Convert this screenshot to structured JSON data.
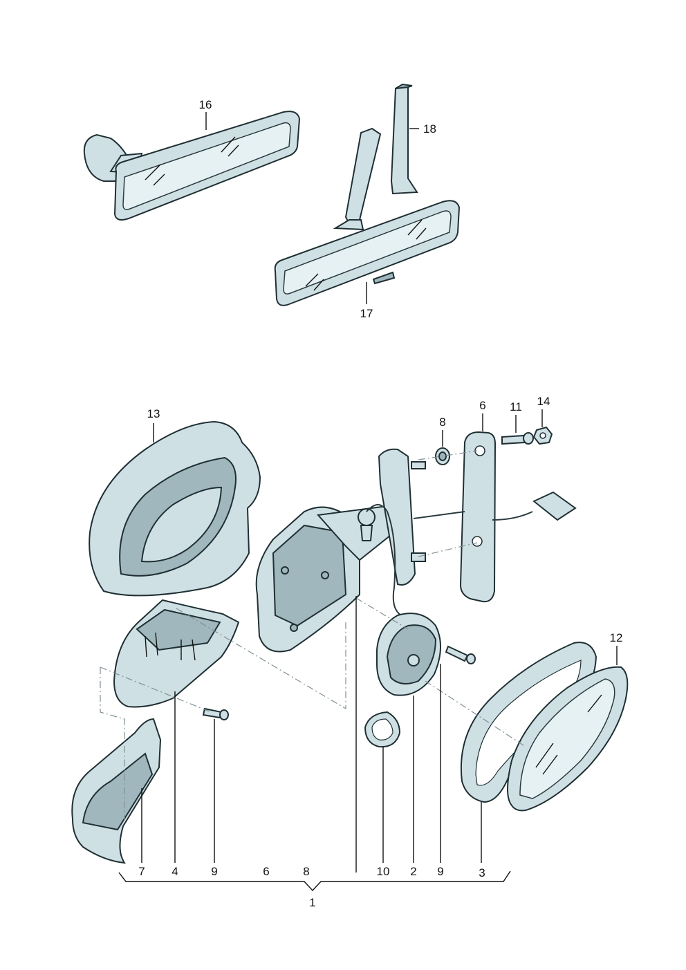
{
  "colors": {
    "part_fill": "#cfe0e4",
    "part_shade": "#9fb7bd",
    "outline": "#1f2f33",
    "background": "#ffffff"
  },
  "callouts": {
    "c16": "16",
    "c18": "18",
    "c17": "17",
    "c13": "13",
    "c8_top": "8",
    "c6_top": "6",
    "c11": "11",
    "c14": "14",
    "c12": "12",
    "c7": "7",
    "c4": "4",
    "c9_left": "9",
    "c6_bottom": "6",
    "c8_bottom": "8",
    "c10": "10",
    "c2": "2",
    "c9_right": "9",
    "c3": "3",
    "c1": "1"
  }
}
